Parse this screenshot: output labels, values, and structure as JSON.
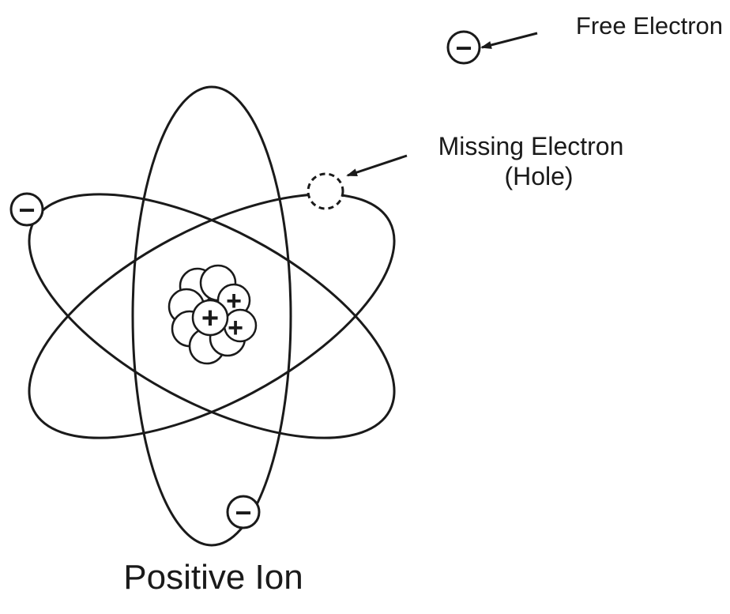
{
  "diagram": {
    "labels": {
      "free_electron": "Free Electron",
      "missing_electron": "Missing Electron",
      "hole": "(Hole)",
      "caption": "Positive Ion"
    },
    "electron_symbol": "−",
    "proton_symbol": "+",
    "ink_color": "#1a1a1a"
  }
}
